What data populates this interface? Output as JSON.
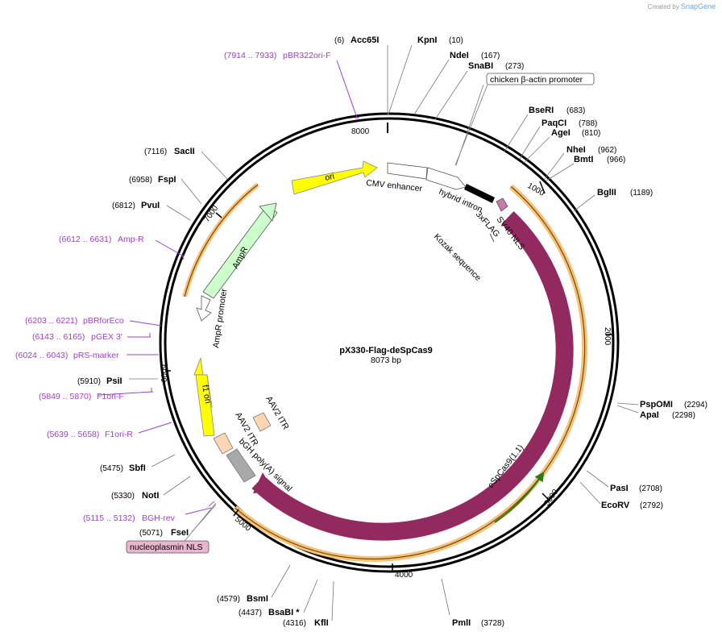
{
  "credit": {
    "prefix": "Created by",
    "brand": "SnapGene"
  },
  "plasmid": {
    "name": "pX330-Flag-deSpCas9",
    "length": "8073 bp"
  },
  "ticks": [
    "1000",
    "2000",
    "3000",
    "4000",
    "5000",
    "6000",
    "7000",
    "8000"
  ],
  "sites": [
    {
      "name": "Acc65I",
      "pos": "(6)"
    },
    {
      "name": "KpnI",
      "pos": "(10)"
    },
    {
      "name": "NdeI",
      "pos": "(167)"
    },
    {
      "name": "SnaBI",
      "pos": "(273)"
    },
    {
      "name": "BseRI",
      "pos": "(683)"
    },
    {
      "name": "PaqCI",
      "pos": "(788)"
    },
    {
      "name": "AgeI",
      "pos": "(810)"
    },
    {
      "name": "NheI",
      "pos": "(962)"
    },
    {
      "name": "BmtI",
      "pos": "(966)"
    },
    {
      "name": "BglII",
      "pos": "(1189)"
    },
    {
      "name": "PspOMI",
      "pos": "(2294)"
    },
    {
      "name": "ApaI",
      "pos": "(2298)"
    },
    {
      "name": "PasI",
      "pos": "(2708)"
    },
    {
      "name": "EcoRV",
      "pos": "(2792)"
    },
    {
      "name": "PmlI",
      "pos": "(3728)"
    },
    {
      "name": "KflI",
      "pos": "(4316)"
    },
    {
      "name": "BsaBI *",
      "pos": "(4437)"
    },
    {
      "name": "BsmI",
      "pos": "(4579)"
    },
    {
      "name": "FseI",
      "pos": "(5071)"
    },
    {
      "name": "NotI",
      "pos": "(5330)"
    },
    {
      "name": "SbfI",
      "pos": "(5475)"
    },
    {
      "name": "PsiI",
      "pos": "(5910)"
    },
    {
      "name": "PvuI",
      "pos": "(6812)"
    },
    {
      "name": "FspI",
      "pos": "(6958)"
    },
    {
      "name": "SacII",
      "pos": "(7116)"
    }
  ],
  "primers": [
    {
      "name": "pBR322ori-F",
      "range": "(7914 .. 7933)"
    },
    {
      "name": "Amp-R",
      "range": "(6612 .. 6631)"
    },
    {
      "name": "pBRforEco",
      "range": "(6203 .. 6221)"
    },
    {
      "name": "pGEX 3'",
      "range": "(6143 .. 6165)"
    },
    {
      "name": "pRS-marker",
      "range": "(6024 .. 6043)"
    },
    {
      "name": "F1ori-F",
      "range": "(5849 .. 5870)"
    },
    {
      "name": "F1ori-R",
      "range": "(5639 .. 5658)"
    },
    {
      "name": "BGH-rev",
      "range": "(5115 .. 5132)"
    }
  ],
  "boxed_features": [
    {
      "name": "chicken β-actin promoter"
    },
    {
      "name": "nucleoplasmin NLS"
    }
  ],
  "features": [
    {
      "name": "ori"
    },
    {
      "name": "CMV enhancer"
    },
    {
      "name": "hybrid intron"
    },
    {
      "name": "3xFLAG"
    },
    {
      "name": "SV40 NLS"
    },
    {
      "name": "Kozak sequence"
    },
    {
      "name": "AmpR"
    },
    {
      "name": "AmpR promoter"
    },
    {
      "name": "f1 ori"
    },
    {
      "name": "AAV2 ITR"
    },
    {
      "name": "AAV2 ITR"
    },
    {
      "name": "bGH poly(A) signal"
    },
    {
      "name": "eSpCas9(1.1)"
    }
  ],
  "colors": {
    "cas9": "#932a5f",
    "ori": "#ffff00",
    "ampr": "#ccffcc",
    "itr": "#fdd7b4",
    "bgh": "#a9a9a9",
    "primer": "#a040c8",
    "orf_band": "#f4c27a",
    "backbone": "#000000"
  }
}
